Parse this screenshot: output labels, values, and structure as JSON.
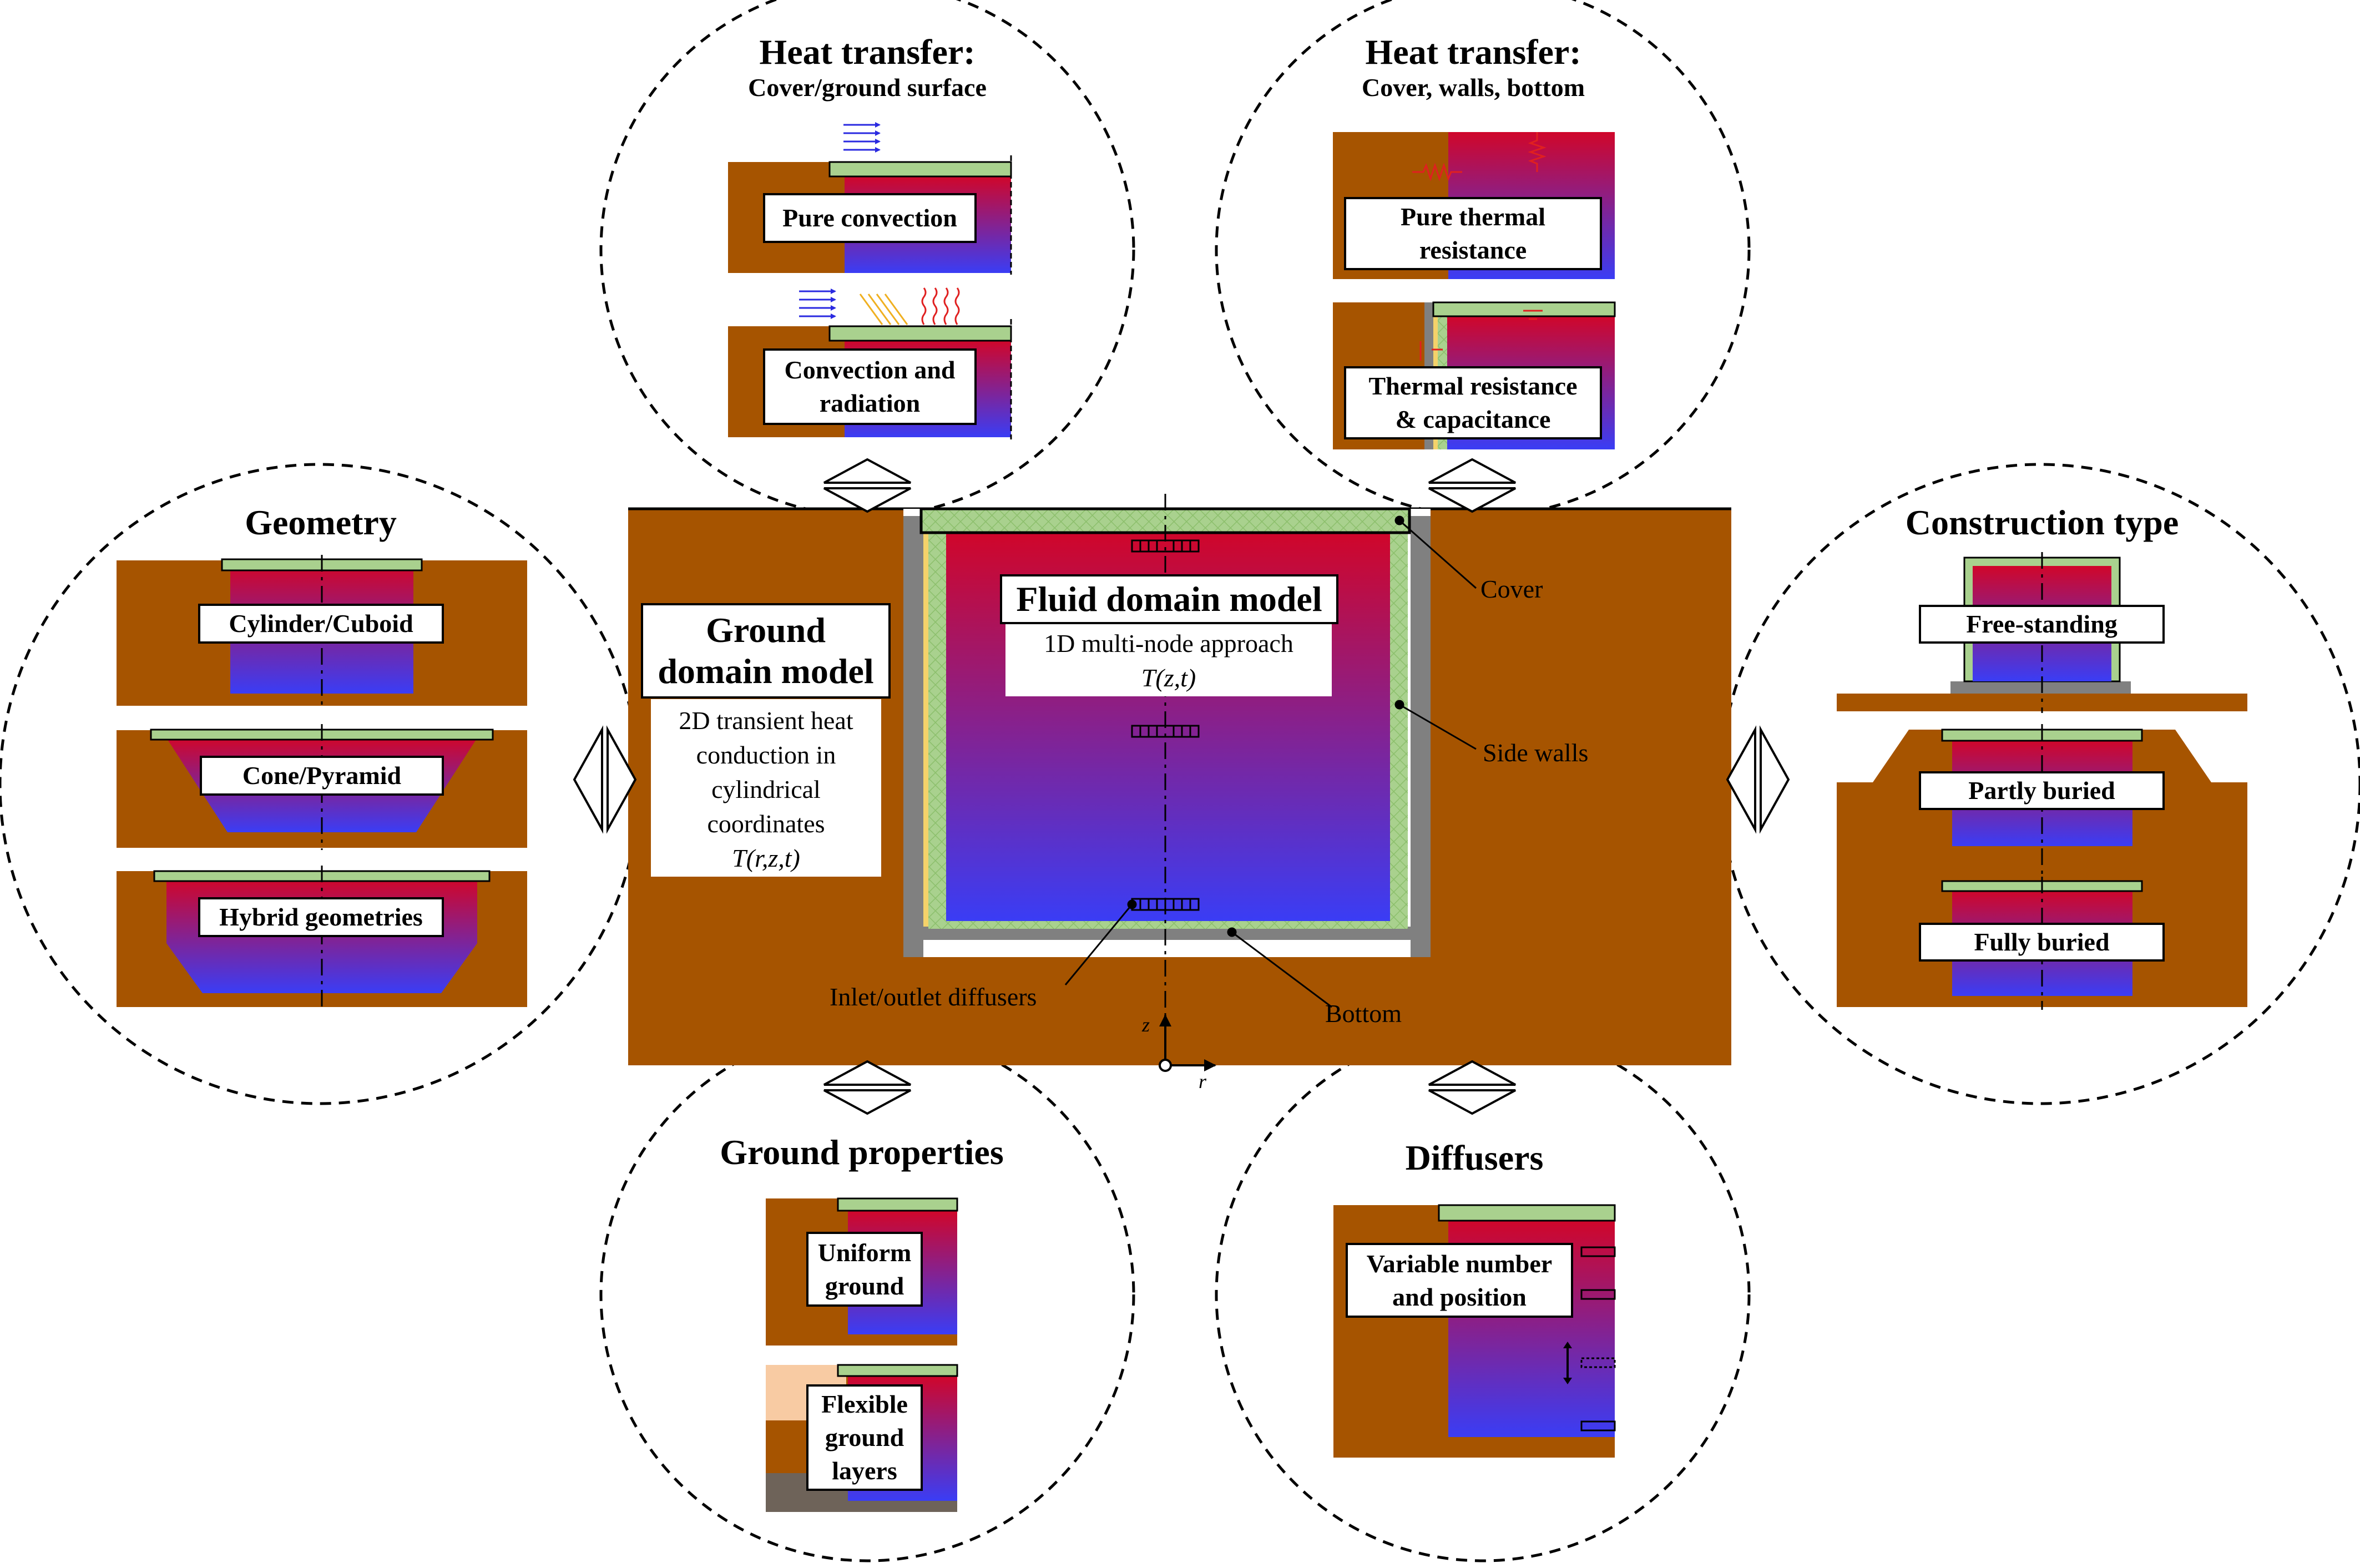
{
  "heat_cover": {
    "title": "Heat transfer:",
    "subtitle": "Cover/ground surface",
    "option1": "Pure convection",
    "option2_line1": "Convection and",
    "option2_line2": "radiation"
  },
  "heat_walls": {
    "title": "Heat transfer:",
    "subtitle": "Cover, walls, bottom",
    "option1_line1": "Pure thermal",
    "option1_line2": "resistance",
    "option2_line1": "Thermal resistance",
    "option2_line2": "& capacitance"
  },
  "geometry": {
    "title": "Geometry",
    "option1": "Cylinder/Cuboid",
    "option2": "Cone/Pyramid",
    "option3": "Hybrid geometries"
  },
  "construction": {
    "title": "Construction type",
    "option1": "Free-standing",
    "option2": "Partly buried",
    "option3": "Fully buried"
  },
  "ground_props": {
    "title": "Ground properties",
    "option1_line1": "Uniform",
    "option1_line2": "ground",
    "option2_line1": "Flexible",
    "option2_line2": "ground",
    "option2_line3": "layers"
  },
  "diffusers": {
    "title": "Diffusers",
    "option1_line1": "Variable number",
    "option1_line2": "and position"
  },
  "center": {
    "ground_model_line1": "Ground",
    "ground_model_line2": "domain model",
    "ground_desc_line1": "2D transient heat",
    "ground_desc_line2": "conduction in",
    "ground_desc_line3": "cylindrical",
    "ground_desc_line4": "coordinates",
    "ground_eq": "T(r,z,t)",
    "fluid_model": "Fluid domain model",
    "fluid_desc": "1D multi-node approach",
    "fluid_eq": "T(z,t)",
    "label_cover": "Cover",
    "label_side_walls": "Side walls",
    "label_bottom": "Bottom",
    "label_diffusers": "Inlet/outlet diffusers",
    "axis_z": "z",
    "axis_r": "r"
  },
  "colors": {
    "ground": "#a65400",
    "cover": "#a9d18e",
    "wall": "#808080",
    "fluid_hot": "#d0062a",
    "fluid_cold": "#3a3df5",
    "light_soil": "#f8cba3",
    "dark_soil": "#6e6359"
  }
}
